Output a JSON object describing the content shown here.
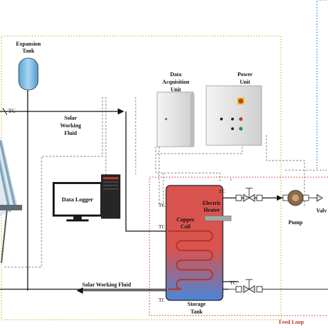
{
  "labels": {
    "expansion_tank_line1": "Expansion",
    "expansion_tank_line2": "Tank",
    "daq_line1": "Data",
    "daq_line2": "Acquisition",
    "daq_line3": "Unit",
    "power_line1": "Power",
    "power_line2": "Unit",
    "solar_fluid_line1": "Solar",
    "solar_fluid_line2": "Working",
    "solar_fluid_line3": "Fluid",
    "data_logger": "Data Logger",
    "electric_heater_line1": "Electric",
    "electric_heater_line2": "Heater",
    "copper_coil_line1": "Copper",
    "copper_coil_line2": "Coil",
    "pump": "Pump",
    "valve": "Valv",
    "storage_tank_line1": "Storage",
    "storage_tank_line2": "Tank",
    "bottom_fluid": "Solar Working Fluid",
    "feed_loop": "Feed Loop",
    "tc": "TC"
  },
  "colors": {
    "loop_red": "#d9534f",
    "loop_yellow": "#d4b84a",
    "loop_blue": "#3a7fc4",
    "tank_red": "#d9534f",
    "tank_blue": "#4a86d9",
    "expansion_blue": "#86c0e6"
  },
  "icons": [
    "expansion-tank-icon",
    "daq-cabinet-icon",
    "power-cabinet-icon",
    "computer-icon",
    "solar-collector-icon",
    "storage-tank-icon",
    "pump-icon",
    "valve-icon"
  ]
}
